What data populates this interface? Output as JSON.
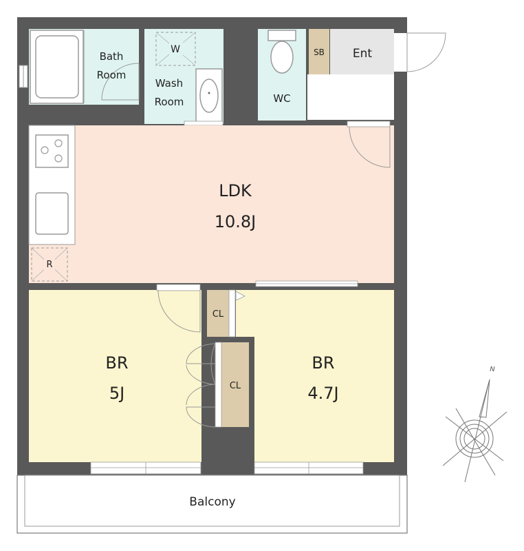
{
  "colors": {
    "wall": "#595959",
    "ldk": "#fce6d9",
    "bedroom": "#fbf6cf",
    "wet": "#dff4f1",
    "closet": "#dcccab",
    "entrance": "#e6e6e6",
    "balcony": "#ffffff"
  },
  "rooms": {
    "bath": {
      "line1": "Bath",
      "line2": "Room"
    },
    "wash": {
      "line1": "Wash",
      "line2": "Room",
      "washer": "W"
    },
    "wc": {
      "label": "WC"
    },
    "shoe_box": {
      "label": "SB"
    },
    "entrance": {
      "label": "Ent"
    },
    "ldk": {
      "label": "LDK",
      "size": "10.8J",
      "fridge": "R"
    },
    "br_left": {
      "label": "BR",
      "size": "5J"
    },
    "br_right": {
      "label": "BR",
      "size": "4.7J"
    },
    "closet_upper": {
      "label": "CL"
    },
    "closet_lower": {
      "label": "CL"
    },
    "balcony": {
      "label": "Balcony"
    }
  },
  "compass": {
    "north": "N",
    "icon": "compass-rose-icon"
  }
}
